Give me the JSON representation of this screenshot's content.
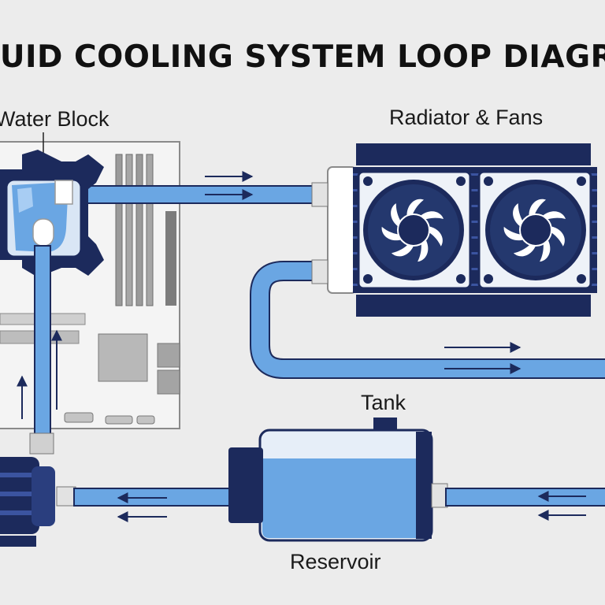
{
  "title": "UID COOLING SYSTEM LOOP DIAGR",
  "labels": {
    "water_block": "Water Block",
    "radiator": "Radiator & Fans",
    "tank": "Tank",
    "reservoir": "Reservoir"
  },
  "colors": {
    "background": "#ececec",
    "navy": "#1c2a5c",
    "coolant": "#6aa6e3",
    "coolant_light": "#a8cdf3",
    "board": "#f4f4f4",
    "board_stroke": "#8a8a8a"
  },
  "flow_arrows": {
    "top_pipe": "right",
    "radiator_return": "right",
    "bottom_pipe": "left",
    "riser_pipe": "up"
  }
}
